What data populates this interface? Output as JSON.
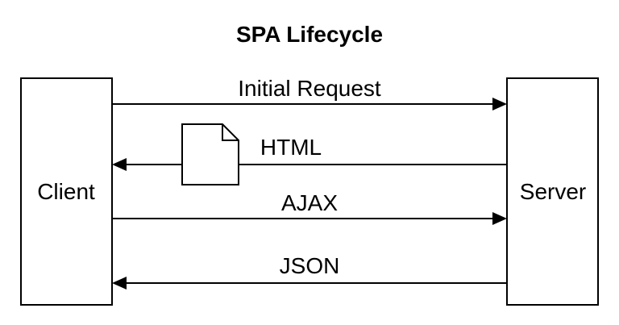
{
  "title": "SPA Lifecycle",
  "participants": {
    "client": "Client",
    "server": "Server"
  },
  "messages": [
    {
      "label": "Initial Request",
      "direction": "client-to-server"
    },
    {
      "label": "HTML",
      "direction": "server-to-client",
      "icon": "document-icon"
    },
    {
      "label": "AJAX",
      "direction": "client-to-server"
    },
    {
      "label": "JSON",
      "direction": "server-to-client"
    }
  ],
  "colors": {
    "stroke": "#000000",
    "background": "#ffffff"
  }
}
